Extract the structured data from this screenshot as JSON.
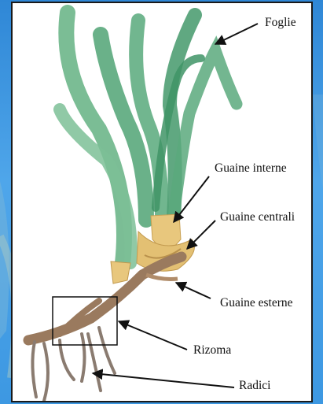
{
  "labels": {
    "foglie": "Foglie",
    "guaine_interne": "Guaine interne",
    "guaine_centrali": "Guaine centrali",
    "guaine_esterne": "Guaine esterne",
    "rizoma": "Rizoma",
    "radici": "Radici"
  },
  "colors": {
    "background": "#3d98e2",
    "panel": "#ffffff",
    "leaf": "#6db68a",
    "leaf_dark": "#3f9466",
    "sheath": "#e3c073",
    "rhizome": "#9a7a5e",
    "roots": "#8a7b70"
  }
}
